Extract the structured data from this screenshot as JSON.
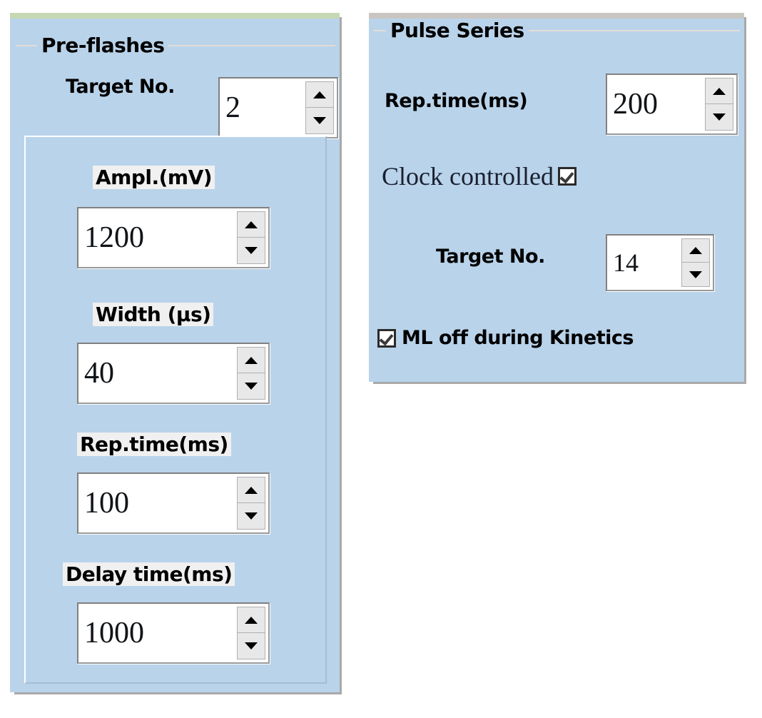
{
  "left_panel": {
    "group_title": "Pre-flashes",
    "target_no": {
      "label": "Target No.",
      "value": "2"
    },
    "fields": [
      {
        "label": "Ampl.(mV)",
        "value": "1200"
      },
      {
        "label": "Width (µs)",
        "value": "40"
      },
      {
        "label": "Rep.time(ms)",
        "value": "100"
      },
      {
        "label": "Delay time(ms)",
        "value": "1000"
      }
    ]
  },
  "right_panel": {
    "group_title": "Pulse Series",
    "rep_time": {
      "label": "Rep.time(ms)",
      "value": "200"
    },
    "clock_controlled": {
      "label": "Clock controlled",
      "checked": "true"
    },
    "target_no": {
      "label": "Target No.",
      "value": "14"
    },
    "ml_off": {
      "label": "ML off during Kinetics",
      "checked": "true"
    }
  },
  "icons": {
    "spin_up": "chevron-up-icon",
    "spin_down": "chevron-down-icon",
    "check": "checkmark-icon"
  },
  "colors": {
    "panel_bg": "#b9d3ea",
    "field_bg": "#ffffff",
    "label_hl": "#f0f0f0",
    "border": "#808080",
    "text": "#000000"
  }
}
